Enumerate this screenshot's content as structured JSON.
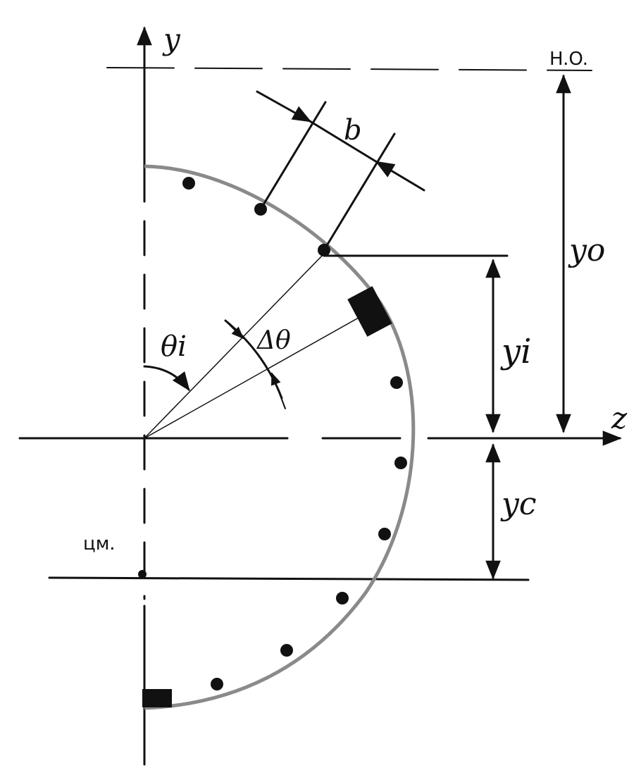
{
  "labels": {
    "axis_y": "y",
    "axis_z": "z",
    "neutral_axis": "H.O.",
    "width_b": "b",
    "theta_i": "θi",
    "delta_theta": "Δθ",
    "y_i": "yi",
    "y_o": "yo",
    "y_c": "yc",
    "center_mass": "цм."
  },
  "colors": {
    "ink": "#111111",
    "arc": "#8a8a8a",
    "background": "#ffffff"
  }
}
